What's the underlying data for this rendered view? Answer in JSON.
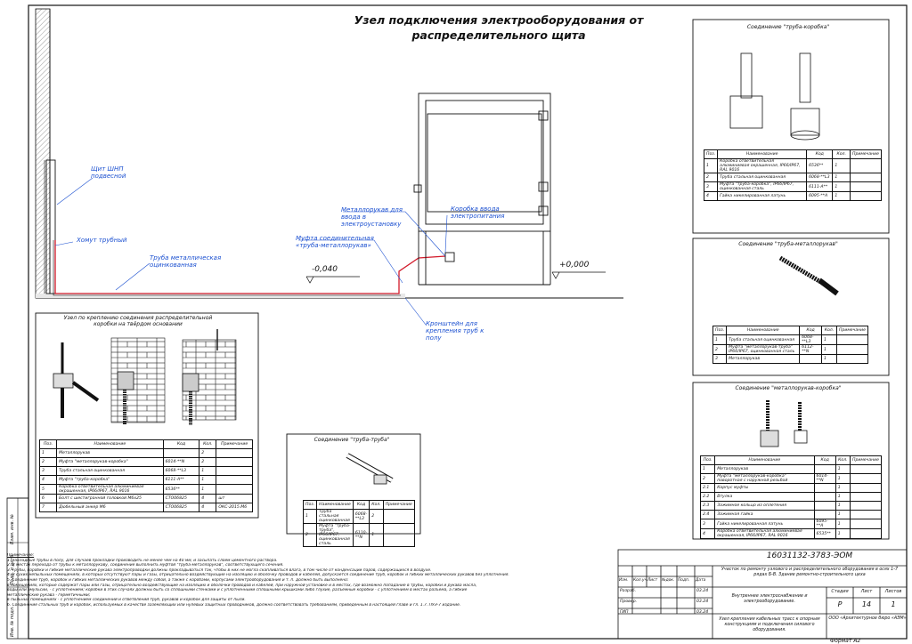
{
  "title": "Узел подключения электрооборудования от распределительного щита",
  "main": {
    "labels": {
      "panel": "Щит ШНП подвесной",
      "chase": "Хомут трубный",
      "pipe": "Труба металлическая оцинкованная",
      "sleeve": "Металлорукав для ввода в электроустановку",
      "coupling": "Муфта соединительная «труба-металлорукав»",
      "junction": "Коробка ввода электропитания",
      "bracket": "Кронштейн для крепления труб к полу"
    },
    "level_left": "-0,040",
    "level_right": "+0,000"
  },
  "boxes": {
    "pipe_box": {
      "title": "Соединение \"труба-коробка\"",
      "headers": [
        "Поз.",
        "Наименование",
        "Код",
        "Кол.",
        "Примечание"
      ],
      "rows": [
        [
          "1",
          "Коробка ответвительная алюминиевая окрашенная, IP66/IP67, RAL 9016",
          "6536**",
          "1",
          ""
        ],
        [
          "2",
          "Труба стальная оцинкованная",
          "6068-**L3",
          "1",
          ""
        ],
        [
          "3",
          "Муфта \"труба-коробка\", IP66/IP67, оцинкованная сталь",
          "6111-A**",
          "1",
          ""
        ],
        [
          "4",
          "Гайка никелированная латунь",
          "6095-**A",
          "1",
          ""
        ]
      ]
    },
    "pipe_sleeve": {
      "title": "Соединение \"труба-металлорукав\"",
      "headers": [
        "Поз.",
        "Наименование",
        "Код",
        "Кол.",
        "Примечание"
      ],
      "rows": [
        [
          "1",
          "Труба стальная оцинкованная",
          "6068-**L3",
          "1",
          ""
        ],
        [
          "2",
          "Муфта \"металлорукав-труба\" IP66/IP67, оцинкованная сталь",
          "6112-**N",
          "1",
          ""
        ],
        [
          "3",
          "Металлорукав",
          "",
          "1",
          ""
        ]
      ]
    },
    "sleeve_box": {
      "title": "Соединение \"металлорукав-коробка\"",
      "headers": [
        "Поз.",
        "Наименование",
        "Код",
        "Кол.",
        "Примечание"
      ],
      "rows": [
        [
          "1",
          "Металлорукав",
          "",
          "1",
          ""
        ],
        [
          "2",
          "Муфта \"металлорукав-коробка\" поворотная с наружной резьбой",
          "6014-**N",
          "1",
          ""
        ],
        [
          "2.1",
          "Корпус муфты",
          "",
          "1",
          ""
        ],
        [
          "2.2",
          "Втулка",
          "",
          "1",
          ""
        ],
        [
          "2.3",
          "Зажимное кольцо из оплетения",
          "",
          "1",
          ""
        ],
        [
          "2.4",
          "Зажимная гайка",
          "",
          "1",
          ""
        ],
        [
          "3",
          "Гайка никелированная латунь",
          "6095-**A",
          "1",
          ""
        ],
        [
          "4",
          "Коробка ответвительная алюминиевая окрашенная, IP66/IP67, RAL 9016",
          "6535**",
          "1",
          ""
        ]
      ]
    },
    "wall_node": {
      "title": "Узел по креплению соединения распределительной коробки на твёрдом основании",
      "headers": [
        "Поз.",
        "Наименование",
        "Код",
        "Кол.",
        "Примечание"
      ],
      "rows": [
        [
          "1",
          "Металлорукав",
          "",
          "2",
          ""
        ],
        [
          "2",
          "Муфта \"металлорукав-коробка\"",
          "6014-**N",
          "2",
          ""
        ],
        [
          "3",
          "Труба стальная оцинкованная",
          "6068-**L3",
          "1",
          ""
        ],
        [
          "4",
          "Муфта \"труба-коробка\"",
          "6111-A**",
          "1",
          ""
        ],
        [
          "5",
          "Коробка ответвительная алюминиевая окрашенная, IP66/IP67, RAL 9016",
          "6536**",
          "1",
          ""
        ],
        [
          "6",
          "Болт с шестигранной головкой М6х25",
          "СТО06825",
          "4",
          "шт"
        ],
        [
          "7",
          "Дюбельный анкер М6",
          "СТО06825",
          "4",
          "ОКС-2015.М6"
        ]
      ]
    },
    "pipe_pipe": {
      "title": "Соединение \"труба-труба\"",
      "headers": [
        "Поз.",
        "Наименование",
        "Код",
        "Кол.",
        "Примечание"
      ],
      "rows": [
        [
          "1",
          "Труба стальная оцинкованная",
          "6068-**L3",
          "2",
          ""
        ],
        [
          "2",
          "Муфта \"труба-труба\", IP66/IP67, оцинкованная сталь",
          "6110-**N",
          "1",
          ""
        ]
      ]
    }
  },
  "notes": {
    "heading": "Примечание:",
    "lines": [
      "1. Закладные трубы в полу, для случаев прокладки производить не менее чем на 40 мм, и засыпать слоем цементного раствора.",
      "2. В местах перехода от трубы к металлорукаву, соединение выполнить муфтой \"труба-металлорукав\", соответствующего сечения.",
      "3. Трубы, коробки и гибкие металлические рукава электропроводки должны прокладываться так, чтобы в них не могла скапливаться влага, в том числе от конденсации паров, содержащихся в воздухе.",
      "4. В сухих непыльных помещениях, в которых отсутствуют пары и газы, отрицательно воздействующие на изоляцию и оболочку проводов и кабелей, допускается соединение труб, коробок и гибких металлических рукавов без уплотнения.",
      "5. Соединение труб, коробок и гибких металлических рукавов между собой, а также с коробами, корпусами электрооборудования и т. п. должно быть выполнено:",
      "в помещениях, которые содержат пары или газы, отрицательно воздействующие на изоляцию и оболочки проводов и кабелей, при наружной установке и в местах, где возможно попадание в трубы, коробки и рукава масла,",
      "воды или эмульсии, - с уплотнением; коробки в этих случаях должны быть со сплошными стенками и с уплотненными сплошными крышками либо глухие, разъемные коробки - с уплотнением в местах разъема, а гибкие",
      "металлические рукава - герметичными;",
      "в пыльных помещениях - с уплотнением соединений и ответвлений труб, рукавов и коробок для защиты от пыли.",
      "6. Соединение стальных труб и коробок, используемых в качестве заземляющих или нулевых защитных проводников, должно соответствовать требованиям, приведенным в настоящей главе и гл. 1.7. ПУЭ-7 издание."
    ]
  },
  "side_labels": [
    "Взам. инв. №",
    "Подп. и дата",
    "Инв. № подл."
  ],
  "titleblock": {
    "doc_code": "16031132-3783-ЭОМ",
    "project": "Участок по ремонту узлового и распределительного оборудования в осях 1-7 рядах Б-В. Здание ремонтно-строительного цеха",
    "sheet_title": "Внутреннее электроснабжение и электрооборудование.",
    "drawing_title": "Узел крепления кабельных трасс к опорным конструкциям и подключения силового оборудования.",
    "company": "ООО «Архитектурное бюро «АЭМ»",
    "stage_h": "Стадия",
    "sheet_h": "Лист",
    "sheets_h": "Листов",
    "stage": "Р",
    "sheet": "14",
    "sheets": "1",
    "cols": [
      "Изм.",
      "Кол.уч",
      "Лист",
      "№док.",
      "Подп.",
      "Дата"
    ],
    "roles": [
      "Разраб.",
      "Провер.",
      "ГИП"
    ],
    "dates": [
      "03.24",
      "03.24",
      "03.24"
    ],
    "format": "Формат А2"
  },
  "colors": {
    "leader": "#1a4fd0",
    "cable": "#d21a2a",
    "line": "#111111"
  }
}
